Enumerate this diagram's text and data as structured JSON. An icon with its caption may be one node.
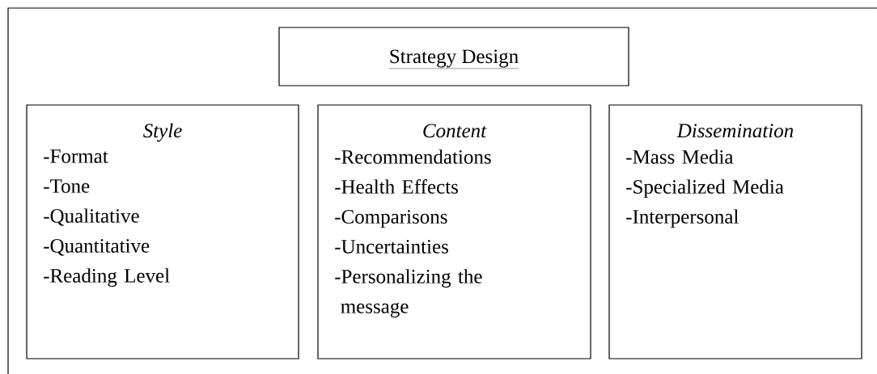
{
  "diagram": {
    "nodes": [
      {
        "text": [
          "Strategy Design"
        ]
      },
      {
        "text": [
          "Style",
          "-Format",
          "-Tone",
          "-Qualitative",
          "-Quantitative",
          "-Reading Level"
        ]
      },
      {
        "text": [
          "Content",
          "-Recommendations",
          "-Health Effects",
          "-Comparisons",
          "-Uncertainties",
          "-Personalizing the message"
        ]
      },
      {
        "text": [
          "Dissemination",
          "-Mass Media",
          "-Specialized Media",
          "-Interpersonal"
        ]
      }
    ]
  }
}
